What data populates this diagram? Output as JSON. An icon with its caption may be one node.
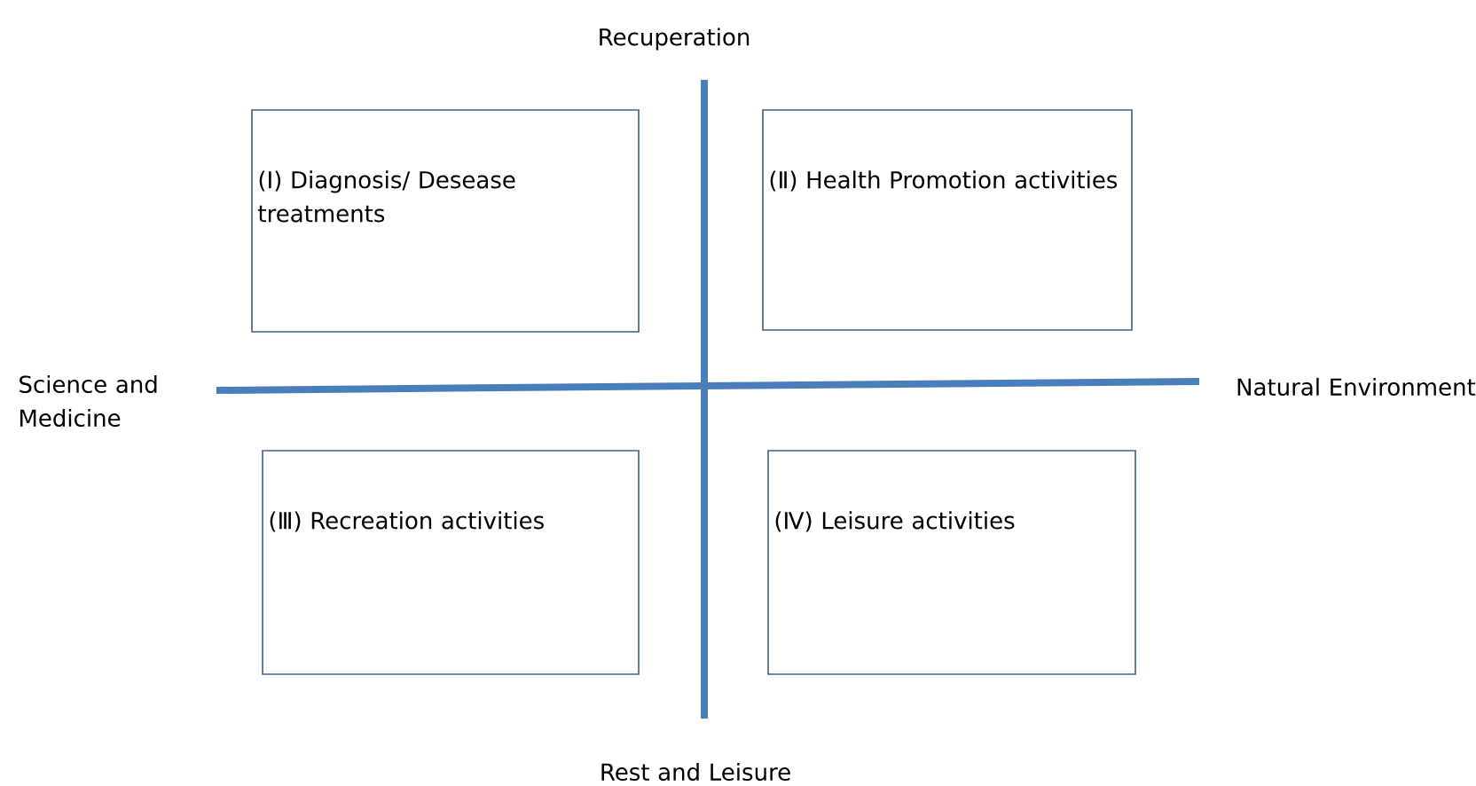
{
  "diagram": {
    "nodes": [
      {
        "text": [
          "(Ⅰ) Diagnosis/ Desease treatments"
        ]
      },
      {
        "text": [
          "(Ⅱ) Health Promotion activities"
        ]
      },
      {
        "text": [
          "(Ⅲ) Recreation activities"
        ]
      },
      {
        "text": [
          "(Ⅳ) Leisure activities"
        ]
      }
    ],
    "labels": [
      "Recuperation",
      "Science and Medicine",
      "Natural Environment",
      "Rest and Leisure"
    ]
  }
}
